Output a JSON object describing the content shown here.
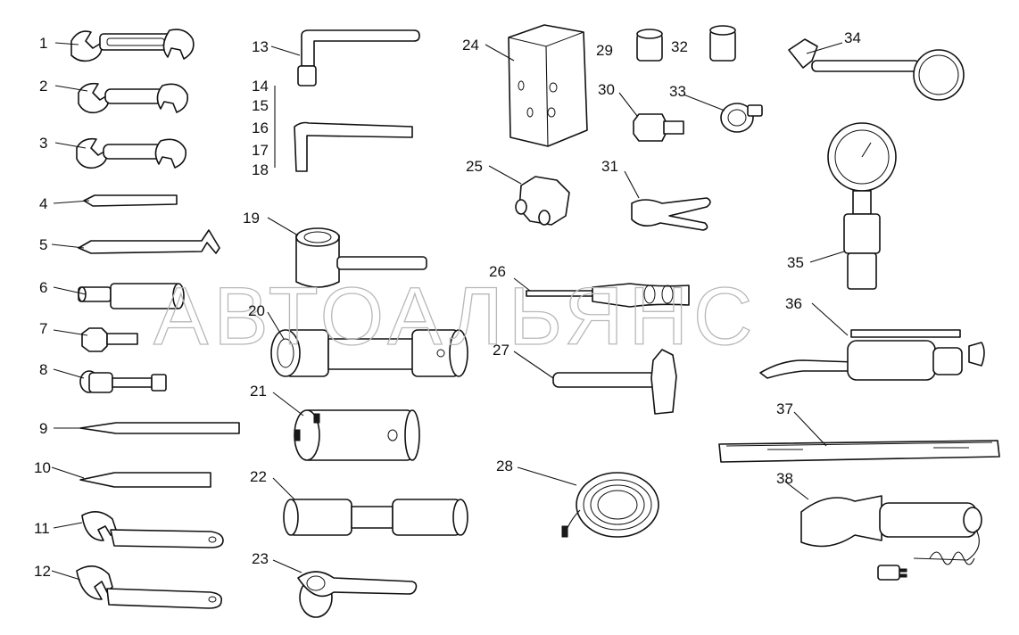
{
  "watermark": "АВТОАЛЬЯНС",
  "callouts": {
    "n1": "1",
    "n2": "2",
    "n3": "3",
    "n4": "4",
    "n5": "5",
    "n6": "6",
    "n7": "7",
    "n8": "8",
    "n9": "9",
    "n10": "10",
    "n11": "11",
    "n12": "12",
    "n13": "13",
    "n14": "14",
    "n15": "15",
    "n16": "16",
    "n17": "17",
    "n18": "18",
    "n19": "19",
    "n20": "20",
    "n21": "21",
    "n22": "22",
    "n23": "23",
    "n24": "24",
    "n25": "25",
    "n26": "26",
    "n27": "27",
    "n28": "28",
    "n29": "29",
    "n30": "30",
    "n31": "31",
    "n32": "32",
    "n33": "33",
    "n34": "34",
    "n35": "35",
    "n36": "36",
    "n37": "37",
    "n38": "38"
  }
}
